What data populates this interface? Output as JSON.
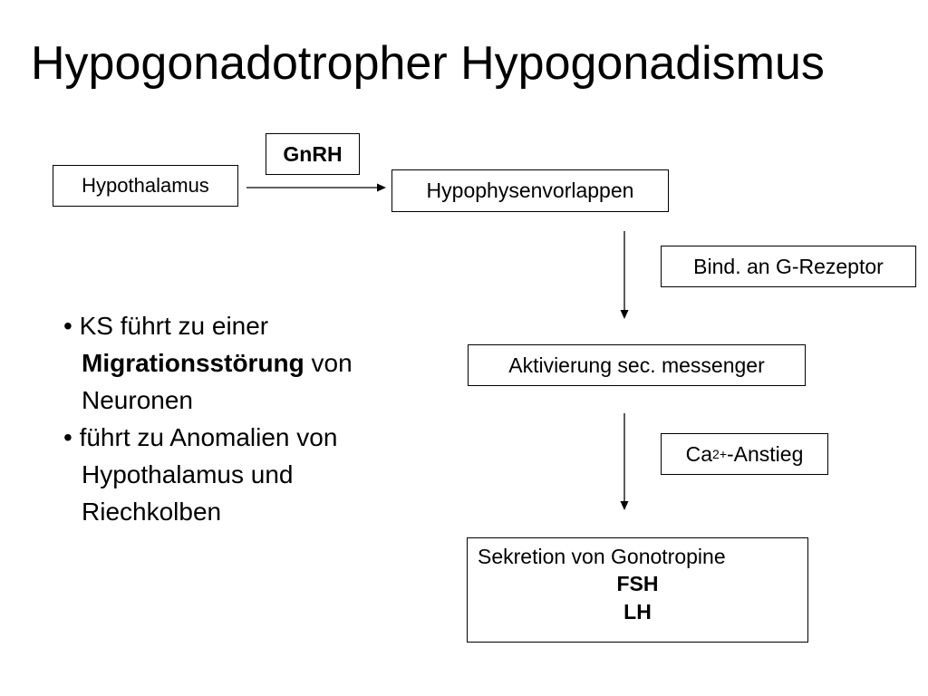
{
  "title": "Hypogonadotropher Hypogonadismus",
  "diagram": {
    "gnrh": "GnRH",
    "hypothalamus": "Hypothalamus",
    "hypophyse": "Hypophysenvorlappen",
    "rezeptor": "Bind. an G-Rezeptor",
    "messenger": "Aktivierung sec. messenger",
    "ca": {
      "base": "Ca",
      "superscript": "2+",
      "rest": "-Anstieg"
    },
    "sekretion": {
      "line1": "Sekretion von Gonotropine",
      "hormone1": "FSH",
      "hormone2": "LH"
    }
  },
  "bullets": {
    "b1_line1": "• KS führt zu einer",
    "b1_bold": "Migrationsstörung",
    "b1_after_bold": " von",
    "b1_line3": "Neuronen",
    "b2_line1": "• führt zu Anomalien von",
    "b2_line2": "Hypothalamus und",
    "b2_line3": "Riechkolben"
  }
}
